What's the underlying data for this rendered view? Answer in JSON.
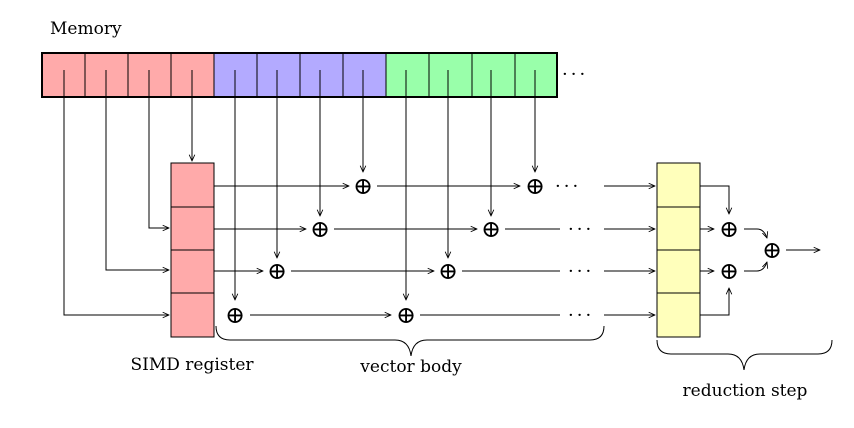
{
  "labels": {
    "memory": "Memory",
    "simd_register": "SIMD register",
    "vector_body": "vector body",
    "reduction_step": "reduction step"
  },
  "symbols": {
    "plus": "⊕",
    "ellipsis": "···"
  },
  "colors": {
    "red": "#ffaaaa",
    "blue": "#b3aaff",
    "green": "#99ffaa",
    "yellow": "#ffffbb"
  }
}
